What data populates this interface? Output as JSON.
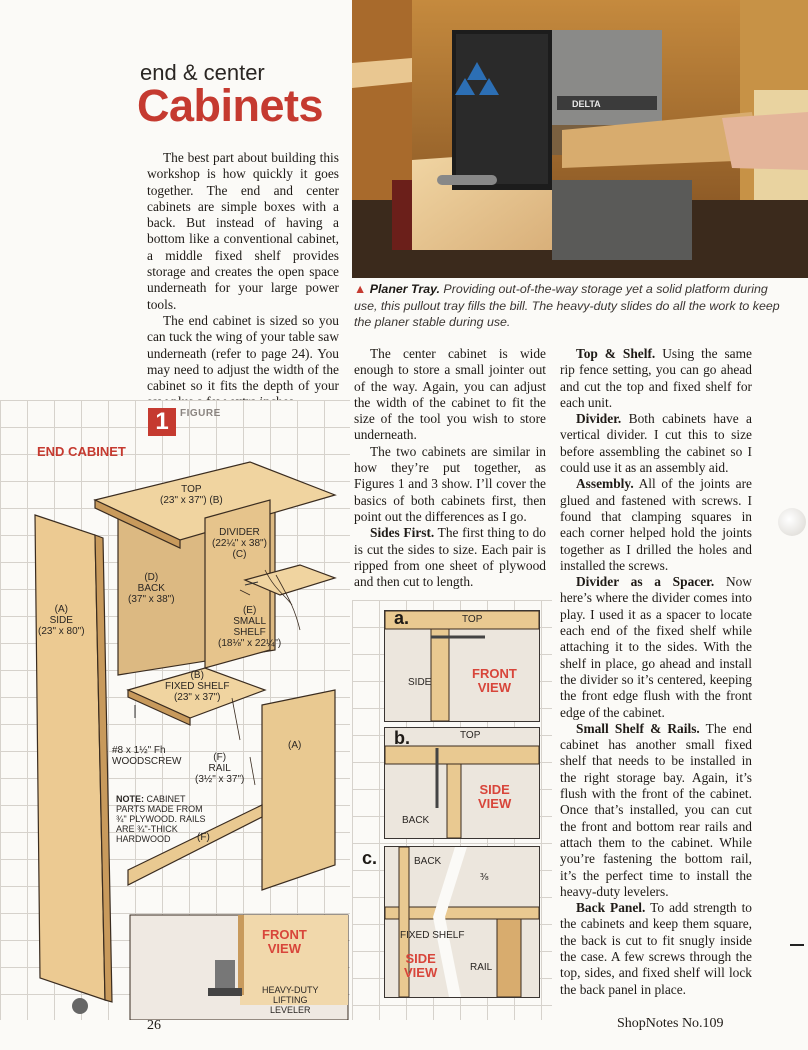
{
  "header": {
    "kicker": "end & center",
    "title": "Cabinets"
  },
  "intro": {
    "p1": "The best part about building this workshop is how quickly it goes together. The end and center cabinets are simple boxes with a back. But instead of having a bottom like a conventional cabinet, a middle fixed shelf provides storage and creates the open space underneath for your large power tools.",
    "p2": "The end cabinet is sized so you can tuck the wing of your table saw underneath (refer to page 24). You may need to adjust the width of the cabinet so it fits the depth of your saw plus a few extra inches."
  },
  "photo_caption": {
    "lead": "Planer Tray.",
    "text": " Providing out-of-the-way storage yet a solid platform during use, this pullout tray fills the bill. The heavy-duty slides do all the work to keep the planer stable during use."
  },
  "photo_text": {
    "brand": "DELTA"
  },
  "middle_column": {
    "p1": "The center cabinet is wide enough to store a small jointer out of the way. Again, you can adjust the width of the cabinet to fit the size of the tool you wish to store underneath.",
    "p2": "The two cabinets are similar in how they’re put together, as Figures 1 and 3 show. I’ll cover the basics of both cabinets first, then point out the differences as I go.",
    "p3_lead": "Sides First.",
    "p3": " The first thing to do is cut the sides to size. Each pair is ripped from one sheet of plywood and then cut to length."
  },
  "right_column": {
    "p1_lead": "Top & Shelf.",
    "p1": " Using the same rip fence setting, you can go ahead and cut the top and fixed shelf for each unit.",
    "p2_lead": "Divider.",
    "p2": " Both cabinets have a vertical divider. I cut this to size before assembling the cabinet so I could use it as an assembly aid.",
    "p3_lead": "Assembly.",
    "p3": " All of the joints are glued and fastened with screws. I found that clamping squares in each corner helped hold the joints together as I drilled the holes and installed the screws.",
    "p4_lead": "Divider as a Spacer.",
    "p4": " Now here’s where the divider comes into play. I used it as a spacer to locate each end of the fixed shelf while attaching it to the sides. With the shelf in place, go ahead and install the divider so it’s centered, keeping the front edge flush with the front edge of the cabinet.",
    "p5_lead": "Small Shelf & Rails.",
    "p5": " The end cabinet has another small fixed shelf that needs to be installed in the right storage bay. Again, it’s flush with the front of the cabinet. Once that’s installed, you can cut the front and bottom rear rails and attach them to the cabinet. While you’re fastening the bottom rail, it’s the perfect time to install the heavy-duty levelers.",
    "p6_lead": "Back Panel.",
    "p6": " To add strength to the cabinets and keep them square, the back is cut to fit snugly inside the case. A few screws through the top, sides, and fixed shelf will lock the back panel in place."
  },
  "figure": {
    "number": "1",
    "word": "FIGURE",
    "title": "END CABINET",
    "parts": {
      "top": {
        "name": "TOP",
        "dims": "(23\" x 37\")",
        "key": "B"
      },
      "divider": {
        "name": "DIVIDER",
        "dims": "(22¼\" x 38\")",
        "key": "C"
      },
      "back": {
        "name": "BACK",
        "dims": "(37\" x 38\")",
        "key": "D"
      },
      "side": {
        "name": "SIDE",
        "dims": "(23\" x 80\")",
        "key": "A"
      },
      "small_shelf": {
        "name1": "SMALL",
        "name2": "SHELF",
        "dims": "(18⅛\" x 22¼\")",
        "key": "E"
      },
      "fixed_shelf": {
        "name": "FIXED SHELF",
        "dims": "(23\" x 37\")",
        "key": "B"
      },
      "rail": {
        "name": "RAIL",
        "dims": "(3½\" x 37\")",
        "key": "F"
      },
      "side_right_key": "A",
      "rail_lower_key": "F"
    },
    "screw_l1": "#8 x 1½\" Fh",
    "screw_l2": "WOODSCREW",
    "note_lead": "NOTE:",
    "note_l1": "CABINET",
    "note_l2": "PARTS MADE FROM",
    "note_l3": "¾\" PLYWOOD. RAILS",
    "note_l4": "ARE ¾\"-THICK",
    "note_l5": "HARDWOOD",
    "front_view_1": "FRONT",
    "front_view_2": "VIEW",
    "leveler_l1": "HEAVY-DUTY",
    "leveler_l2": "LIFTING",
    "leveler_l3": "LEVELER"
  },
  "details": {
    "a": {
      "letter": "a.",
      "top": "TOP",
      "side": "SIDE",
      "view1": "FRONT",
      "view2": "VIEW"
    },
    "b": {
      "letter": "b.",
      "top": "TOP",
      "back": "BACK",
      "view1": "SIDE",
      "view2": "VIEW"
    },
    "c": {
      "letter": "c.",
      "back": "BACK",
      "dim": "⅜",
      "shelf": "FIXED SHELF",
      "rail": "RAIL",
      "view1": "SIDE",
      "view2": "VIEW"
    }
  },
  "footer": {
    "page": "26",
    "magazine": "ShopNotes No.109"
  }
}
